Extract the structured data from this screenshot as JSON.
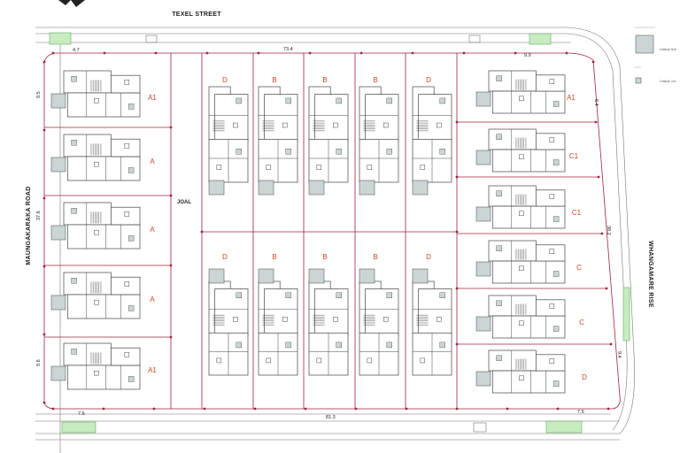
{
  "streets": {
    "north": "TEXEL STREET",
    "west": "MAUNGAKARAKA ROAD",
    "east": "WHANGAMARE RISE",
    "lane": "JOAL"
  },
  "dimensions": {
    "top_total": "73.4",
    "top_left": "4.7",
    "top_right": "9.9",
    "bottom_total": "81.3",
    "bottom_left": "7.6",
    "bottom_right": "7.5",
    "left_top": "9.5",
    "left_mid": "37.6",
    "left_bottom": "9.6",
    "right_top": "6.4",
    "right_mid": "38.2",
    "right_bottom": "9.4"
  },
  "lots": {
    "left_column": [
      "A1",
      "A",
      "A",
      "A",
      "A1"
    ],
    "upper_row": [
      "D",
      "B",
      "B",
      "B",
      "D"
    ],
    "lower_row": [
      "D",
      "B",
      "B",
      "B",
      "D"
    ],
    "right_column": [
      "A1",
      "C1",
      "C1",
      "C",
      "C",
      "D"
    ]
  },
  "legend": {
    "items": [
      {
        "label": "Outlook 5x5"
      },
      {
        "label": "Outlook 1x1"
      }
    ]
  },
  "colors": {
    "lot_line": "#a0243e",
    "grass": "#c6ecc0",
    "grass_stroke": "#6aa760",
    "plan_stroke": "#444444",
    "outlook_fill": "#ccd5d5",
    "label_red": "#d0442b"
  }
}
